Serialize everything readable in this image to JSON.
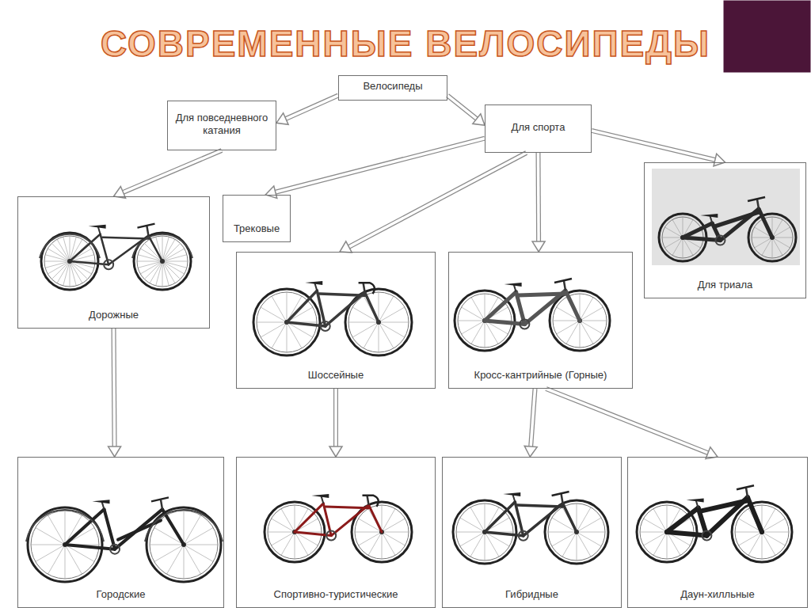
{
  "diagram": {
    "title": "СОВРЕМЕННЫЕ ВЕЛОСИПЕДЫ",
    "nodes": [
      {
        "text": [
          "Велосипеды"
        ]
      },
      {
        "text": [
          "Для повседневного катания"
        ]
      },
      {
        "text": [
          "Для спорта"
        ]
      },
      {
        "text": [
          "Дорожные"
        ]
      },
      {
        "text": [
          "Трековые"
        ]
      },
      {
        "text": [
          "Для триала"
        ]
      },
      {
        "text": [
          "Шоссейные"
        ]
      },
      {
        "text": [
          "Кросс-кантрийные (Горные)"
        ]
      },
      {
        "text": [
          "Городские"
        ]
      },
      {
        "text": [
          "Спортивно-туристические"
        ]
      },
      {
        "text": [
          "Гибридные"
        ]
      },
      {
        "text": [
          "Даун-хилльные"
        ]
      }
    ],
    "edges": [
      {
        "from": 0,
        "to": 1,
        "arrow": "to"
      },
      {
        "from": 0,
        "to": 2,
        "arrow": "to"
      },
      {
        "from": 1,
        "to": 3,
        "arrow": "to"
      },
      {
        "from": 2,
        "to": 4,
        "arrow": "to"
      },
      {
        "from": 2,
        "to": 6,
        "arrow": "to"
      },
      {
        "from": 2,
        "to": 7,
        "arrow": "to"
      },
      {
        "from": 2,
        "to": 5,
        "arrow": "to"
      },
      {
        "from": 3,
        "to": 8,
        "arrow": "to"
      },
      {
        "from": 6,
        "to": 9,
        "arrow": "to"
      },
      {
        "from": 7,
        "to": 10,
        "arrow": "to"
      },
      {
        "from": 7,
        "to": 11,
        "arrow": "to"
      }
    ]
  }
}
